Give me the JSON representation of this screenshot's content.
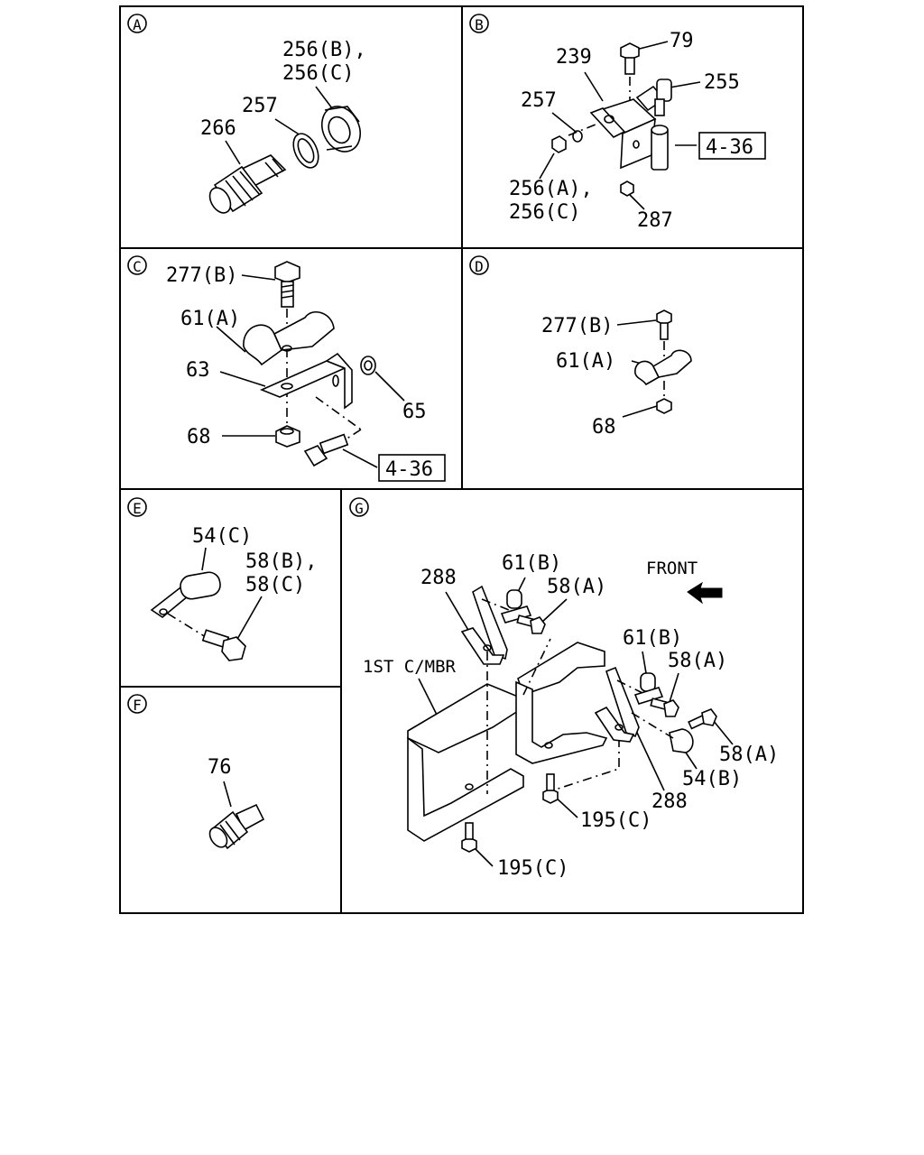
{
  "sections": {
    "A": {
      "marker": "A",
      "labels": {
        "p256bc_1": "256(B),",
        "p256bc_2": "256(C)",
        "p257": "257",
        "p266": "266"
      }
    },
    "B": {
      "marker": "B",
      "labels": {
        "p79": "79",
        "p239": "239",
        "p255": "255",
        "p257": "257",
        "ref": "4-36",
        "p256ac_1": "256(A),",
        "p256ac_2": "256(C)",
        "p287": "287"
      }
    },
    "C": {
      "marker": "C",
      "labels": {
        "p277b": "277(B)",
        "p61a": "61(A)",
        "p63": "63",
        "p65": "65",
        "p68": "68",
        "ref": "4-36"
      }
    },
    "D": {
      "marker": "D",
      "labels": {
        "p277b": "277(B)",
        "p61a": "61(A)",
        "p68": "68"
      }
    },
    "E": {
      "marker": "E",
      "labels": {
        "p54c": "54(C)",
        "p58bc_1": "58(B),",
        "p58bc_2": "58(C)"
      }
    },
    "F": {
      "marker": "F",
      "labels": {
        "p76": "76"
      }
    },
    "G": {
      "marker": "G",
      "labels": {
        "front": "FRONT",
        "p288a": "288",
        "p61b_1": "61(B)",
        "p58a_1": "58(A)",
        "crossmember": "1ST C/MBR",
        "p61b_2": "61(B)",
        "p58a_2": "58(A)",
        "p58a_3": "58(A)",
        "p54b": "54(B)",
        "p288b": "288",
        "p195c_1": "195(C)",
        "p195c_2": "195(C)"
      }
    }
  }
}
